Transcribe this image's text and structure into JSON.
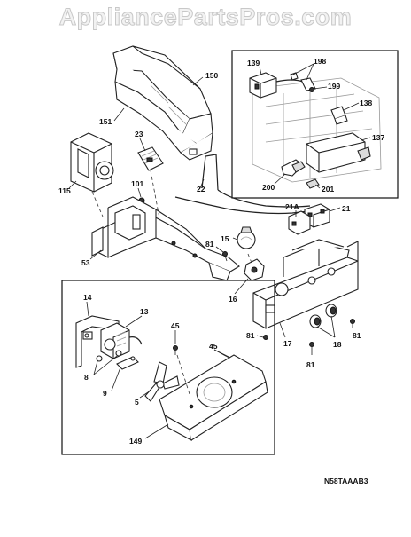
{
  "watermark": "AppliancePartsPros.com",
  "diagram_code": "N58TAAAB3",
  "callouts": {
    "p150": "150",
    "p151": "151",
    "p23": "23",
    "p115": "115",
    "p101": "101",
    "p22": "22",
    "p53": "53",
    "p15": "15",
    "p81a": "81",
    "p16": "16",
    "p21a": "21A",
    "p21": "21",
    "p139": "139",
    "p198": "198",
    "p199": "199",
    "p138": "138",
    "p137": "137",
    "p200": "200",
    "p201": "201",
    "p14": "14",
    "p13": "13",
    "p45a": "45",
    "p45b": "45",
    "p8": "8",
    "p9": "9",
    "p5": "5",
    "p149": "149",
    "p81b": "81",
    "p17": "17",
    "p18": "18",
    "p81c": "81",
    "p81d": "81"
  }
}
